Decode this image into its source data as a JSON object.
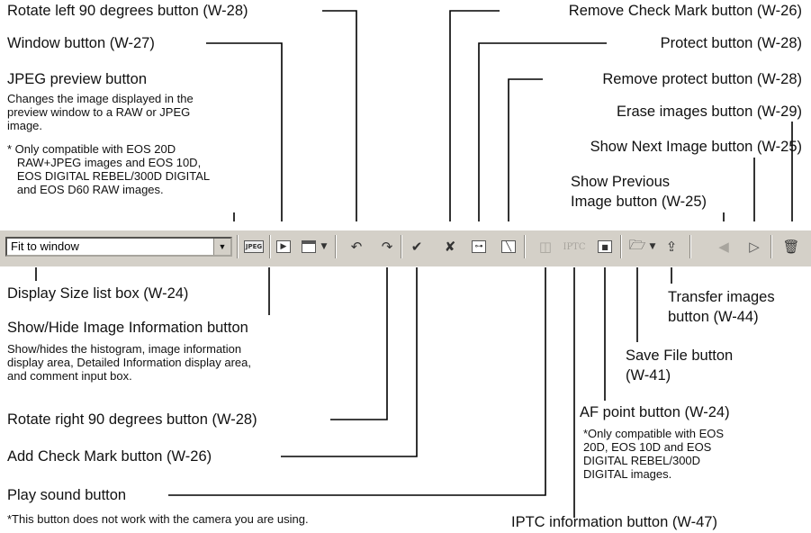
{
  "display_size": {
    "value": "Fit to window"
  },
  "toolbar": {
    "jpeg_icon_text": "JPEG",
    "iptc_icon_text": "IPTC"
  },
  "icons": [
    "dropdown-arrow-icon",
    "jpeg-preview-icon",
    "image-info-icon",
    "window-icon",
    "window-dropdown-icon",
    "rotate-left-icon",
    "rotate-right-icon",
    "check-mark-icon",
    "remove-check-mark-icon",
    "protect-icon",
    "remove-protect-icon",
    "play-sound-icon",
    "iptc-icon",
    "af-point-icon",
    "save-file-icon",
    "save-dropdown-icon",
    "transfer-images-icon",
    "previous-image-icon",
    "next-image-icon",
    "erase-icon"
  ],
  "callouts": {
    "rotate_left": "Rotate left 90 degrees button (W-28)",
    "window": "Window button (W-27)",
    "jpeg_preview": "JPEG preview button",
    "jpeg_preview_desc": "Changes the image displayed in the\npreview window to a RAW or JPEG\nimage.",
    "jpeg_preview_note": "* Only compatible with EOS 20D\n   RAW+JPEG images and EOS 10D,\n   EOS DIGITAL REBEL/300D DIGITAL\n   and EOS D60 RAW images.",
    "remove_check": "Remove Check Mark button (W-26)",
    "protect": "Protect button (W-28)",
    "remove_protect": "Remove protect button (W-28)",
    "erase": "Erase images button (W-29)",
    "next": "Show Next Image button (W-25)",
    "previous": "Show Previous\nImage button (W-25)",
    "display_size": "Display Size list box (W-24)",
    "show_hide": "Show/Hide Image Information button",
    "show_hide_desc": "Show/hides the histogram, image information\ndisplay area, Detailed Information display area,\nand comment input box.",
    "rotate_right": "Rotate right 90 degrees button (W-28)",
    "add_check": "Add Check Mark button (W-26)",
    "play_sound": "Play sound button",
    "play_sound_note": "*This button does not work with the camera you are using.",
    "transfer": "Transfer images\nbutton (W-44)",
    "save_file": "Save File button\n(W-41)",
    "af_point": "AF point button (W-24)",
    "af_point_note": "*Only compatible with EOS\n20D, EOS 10D and EOS\nDIGITAL REBEL/300D\nDIGITAL images.",
    "iptc": "IPTC information button (W-47)"
  }
}
